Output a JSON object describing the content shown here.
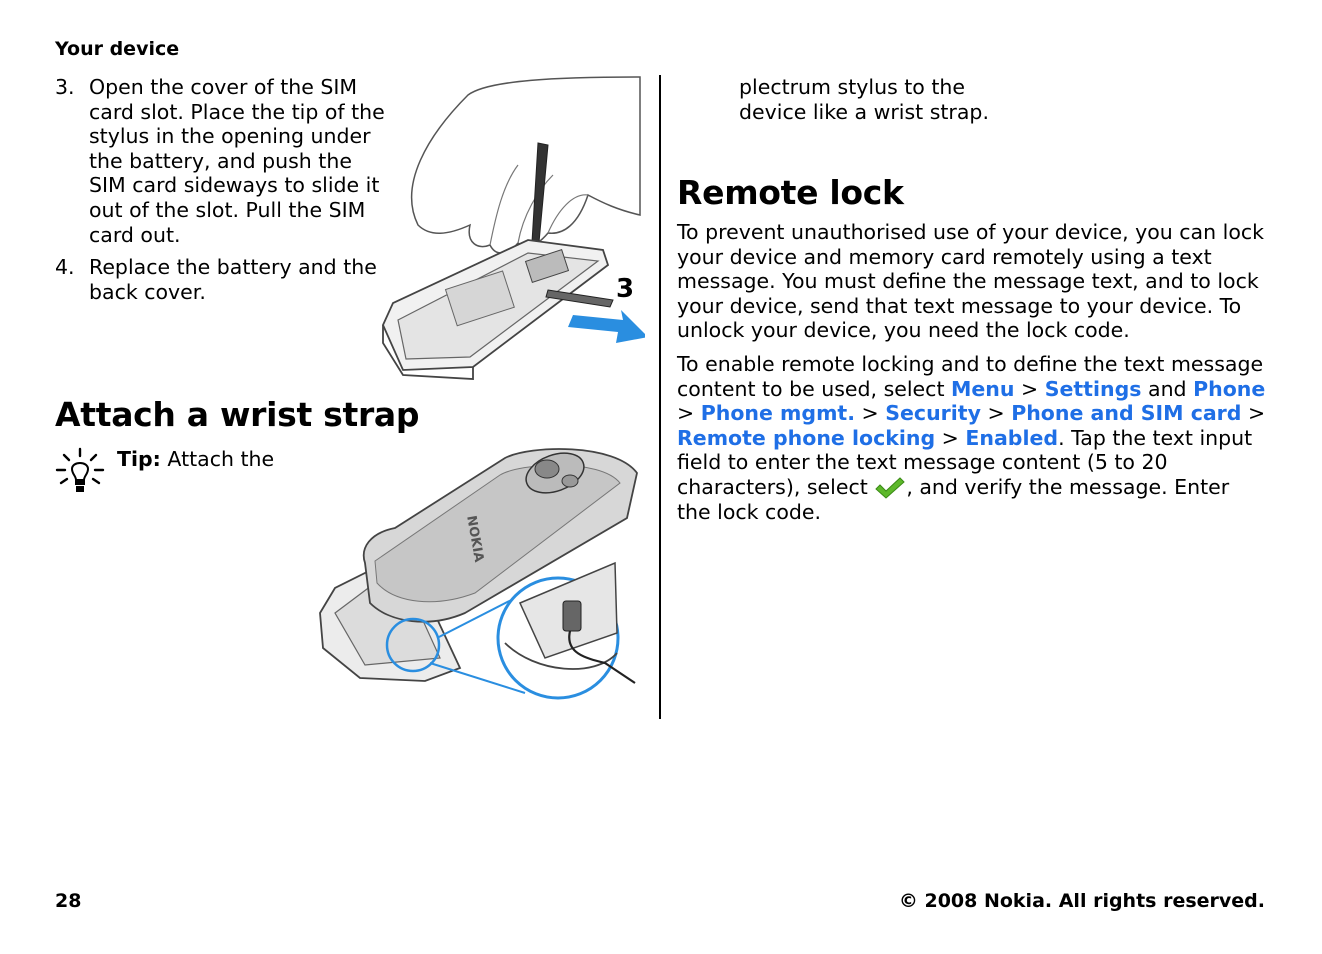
{
  "header": {
    "section": "Your device"
  },
  "steps": [
    {
      "num": "3.",
      "text": "Open the cover of the SIM card slot. Place the tip of the stylus in the opening under the battery, and push the SIM card sideways to slide it out of the slot. Pull the SIM card out."
    },
    {
      "num": "4.",
      "text": "Replace the battery and the back cover."
    }
  ],
  "figure_step_label": "3",
  "wrist_strap": {
    "title": "Attach a wrist strap",
    "tip_label": "Tip:",
    "tip_text": " Attach the",
    "tip_continued": "plectrum stylus to the device like a wrist strap.",
    "phone_brand": "NOKIA"
  },
  "remote_lock": {
    "title": "Remote lock",
    "para1": "To prevent unauthorised use of your device, you can lock your device and memory card remotely using a text message. You must define the message text, and to lock your device, send that text message to your device. To unlock your device, you need the lock code.",
    "para2_intro": "To enable remote locking and to define the text message content to be used, select ",
    "menu": "Menu",
    "settings": "Settings",
    "and": " and ",
    "phone": "Phone",
    "phone_mgmt": "Phone mgmt.",
    "security": "Security",
    "phone_sim": "Phone and SIM card",
    "remote_locking": "Remote phone locking",
    "enabled": "Enabled",
    "para2_mid": ". Tap the text input field to enter the text message content (5 to 20 characters), select ",
    "para2_end": ", and verify the message. Enter the lock code.",
    "sep": " > "
  },
  "colors": {
    "link": "#1f6fe6",
    "check": "#5db82a",
    "arrow": "#2a8ee0",
    "circle": "#2a8ee0"
  },
  "icons": {
    "tip": "lightbulb-icon",
    "select": "checkmark-icon"
  },
  "footer": {
    "page_number": "28",
    "copyright": "© 2008 Nokia. All rights reserved."
  }
}
